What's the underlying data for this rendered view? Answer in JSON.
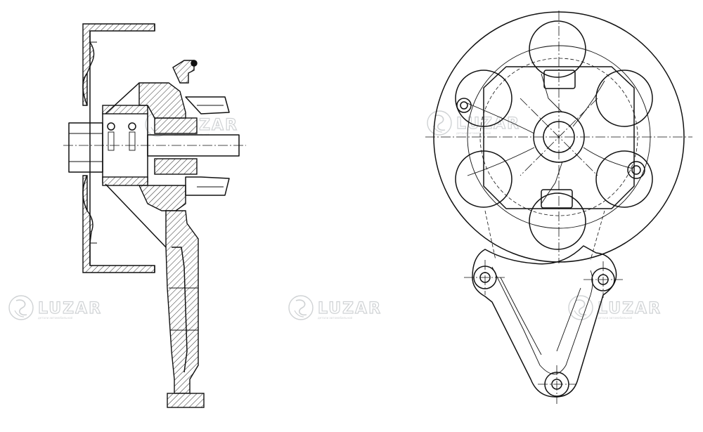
{
  "watermarks": [
    {
      "text": "LUZAR",
      "sub": "детали автомобильной"
    },
    {
      "text": "LUZAR",
      "sub": "детали автомобильной"
    },
    {
      "text": "LUZAR",
      "sub": "детали автомобильной"
    },
    {
      "text": "LUZAR",
      "sub": "детали автомобильной"
    },
    {
      "text": "LUZAR",
      "sub": "детали автомобильной"
    }
  ]
}
